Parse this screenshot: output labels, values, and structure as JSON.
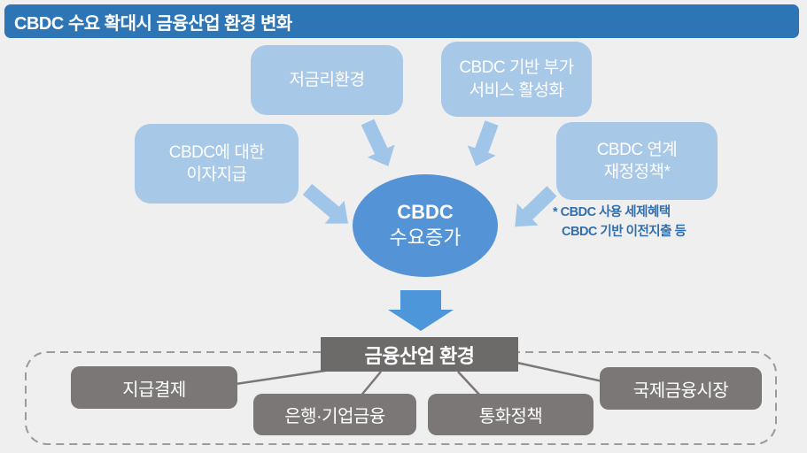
{
  "header": {
    "title": "CBDC 수요 확대시 금융산업 환경 변화"
  },
  "factors": {
    "low_rate": {
      "label": "저금리환경"
    },
    "services": {
      "line1": "CBDC 기반 부가",
      "line2": "서비스 활성화"
    },
    "interest": {
      "line1": "CBDC에 대한",
      "line2": "이자지급"
    },
    "fiscal": {
      "line1": "CBDC 연계",
      "line2": "재정정책*"
    }
  },
  "center_node": {
    "line1": "CBDC",
    "line2": "수요증가"
  },
  "footnote": {
    "line1": "* CBDC 사용 세제혜택",
    "line2": "CBDC 기반 이전지출 등"
  },
  "outcome": {
    "title": "금융산업 환경",
    "areas": {
      "payments": "지급결제",
      "banking": "은행·기업금융",
      "monetary": "통화정책",
      "global_markets": "국제금융시장"
    }
  },
  "colors": {
    "header_bg": "#2e75b6",
    "factor_box_bg": "#a8c8e8",
    "small_arrow": "#9fc5e8",
    "center_ellipse_bg": "#5494d6",
    "big_arrow": "#4d96d9",
    "outcome_title_bg": "#6d6a6a",
    "area_box_bg": "#7b7777",
    "footnote_text": "#316fad",
    "background": "#f0eff0"
  }
}
